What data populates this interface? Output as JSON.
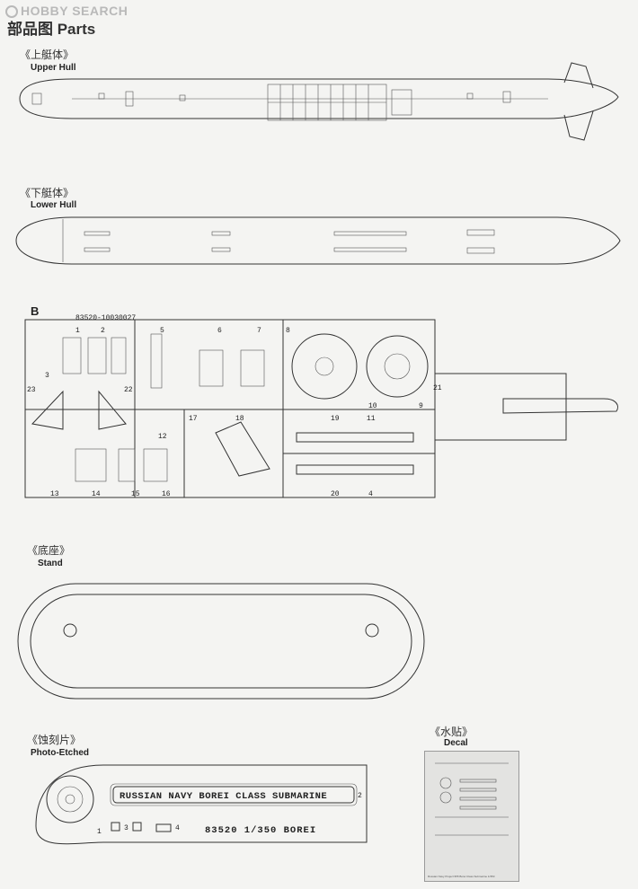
{
  "header": {
    "logo": "HOBBY SEARCH",
    "title": "部品图  Parts"
  },
  "sections": {
    "upper_hull": {
      "cn": "《上艇体》",
      "en": "Upper Hull"
    },
    "lower_hull": {
      "cn": "《下艇体》",
      "en": "Lower Hull"
    },
    "sprue_b": {
      "letter": "B",
      "code": "83520-10030027"
    },
    "stand": {
      "cn": "《底座》",
      "en": "Stand"
    },
    "photo_etched": {
      "cn": "《蚀刻片》",
      "en": "Photo-Etched",
      "banner": "RUSSIAN NAVY BOREI CLASS SUBMARINE",
      "code": "83520  1/350  BOREI"
    },
    "decal": {
      "cn": "《水贴》",
      "en": "Decal",
      "footer": "Russian Navy Project 955 Borei Class Submarine 1/350"
    }
  },
  "sprue_parts": [
    "1",
    "2",
    "3",
    "4",
    "5",
    "6",
    "7",
    "8",
    "9",
    "10",
    "11",
    "12",
    "13",
    "14",
    "15",
    "16",
    "17",
    "18",
    "19",
    "20",
    "21",
    "22",
    "23"
  ],
  "pe_parts": [
    "1",
    "2",
    "3",
    "4"
  ]
}
